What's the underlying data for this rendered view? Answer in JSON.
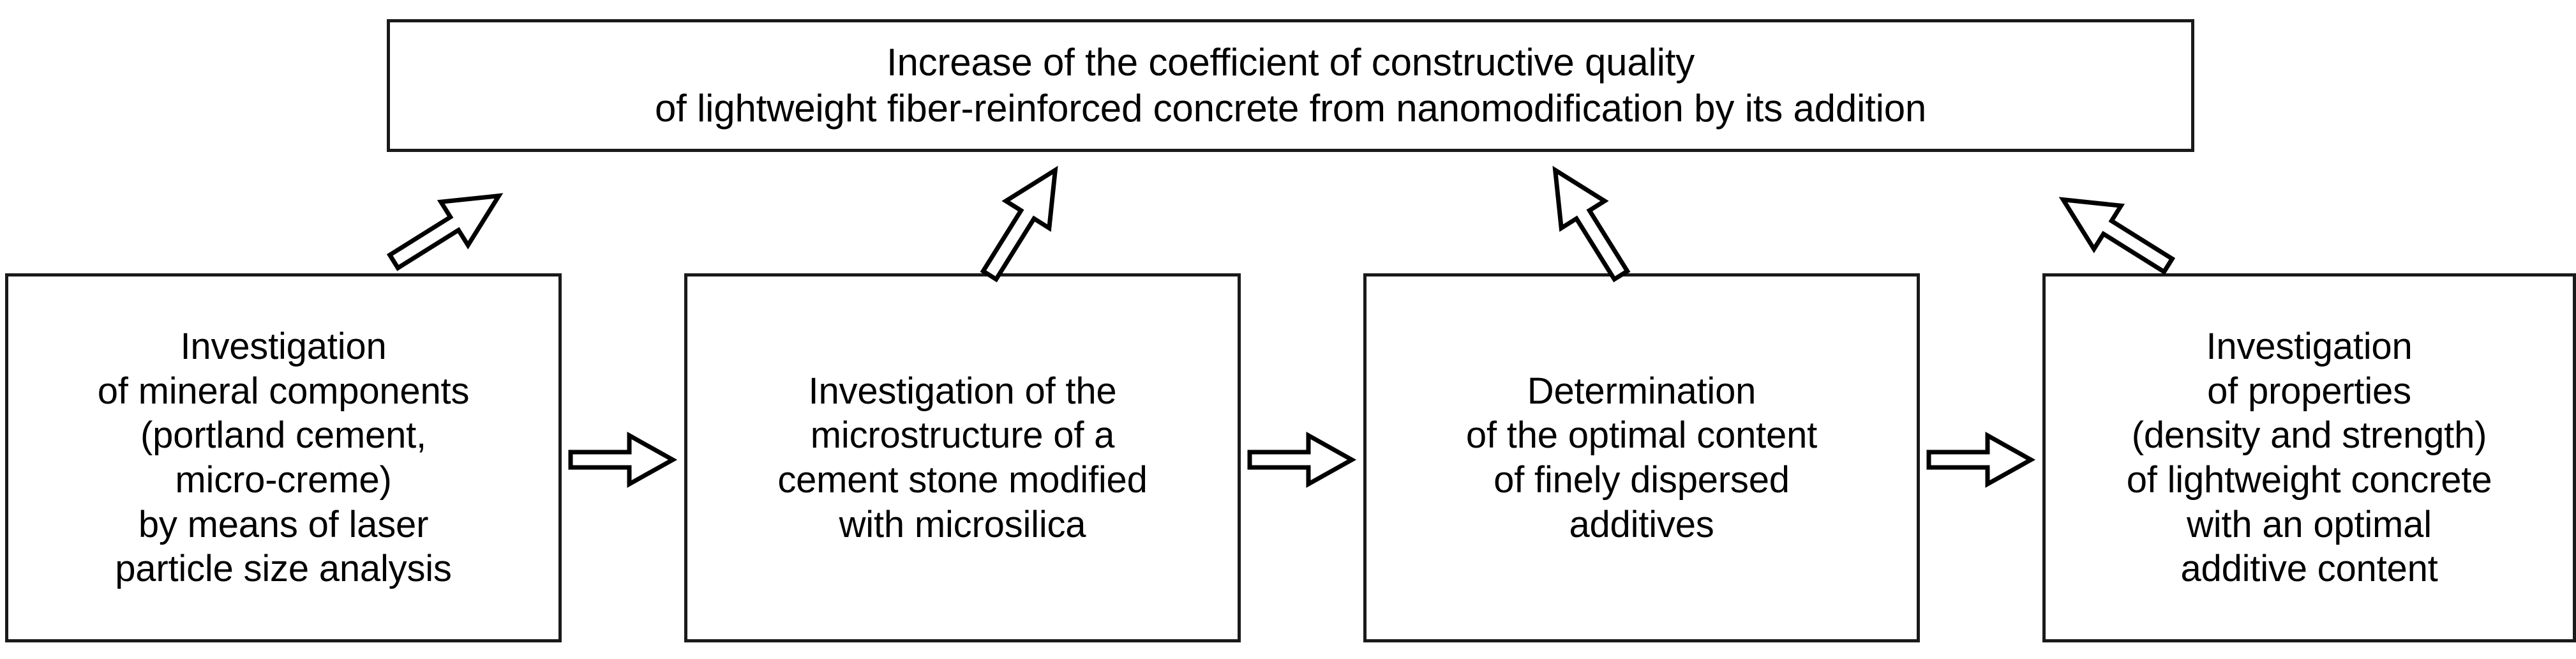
{
  "diagram": {
    "title_text": "Increase of the coefficient of constructive quality\nof lightweight fiber-reinforced concrete from nanomodification by its addition",
    "goal": {
      "label": "Increase of the coefficient of constructive quality of lightweight fiber-reinforced concrete from nanomodification by its addition",
      "line1": "Increase of the coefficient of constructive quality",
      "line2": "of lightweight fiber-reinforced concrete from nanomodification by its addition"
    },
    "stages": [
      {
        "id": "stage-1",
        "text": "Investigation\nof mineral components\n(portland cement,\nmicro-creme)\nby means of laser\nparticle size analysis"
      },
      {
        "id": "stage-2",
        "text": "Investigation of the\nmicrostructure of a\ncement stone modified\nwith microsilica"
      },
      {
        "id": "stage-3",
        "text": "Determination\nof the optimal content\nof finely dispersed\nadditives"
      },
      {
        "id": "stage-4",
        "text": "Investigation\nof properties\n(density and strength)\nof lightweight concrete\nwith an optimal\nadditive content"
      }
    ],
    "connectors": {
      "horizontal": [
        {
          "id": "h-arrow-1",
          "icon": "arrow-right-icon",
          "from": "stage-1",
          "to": "stage-2"
        },
        {
          "id": "h-arrow-2",
          "icon": "arrow-right-icon",
          "from": "stage-2",
          "to": "stage-3"
        },
        {
          "id": "h-arrow-3",
          "icon": "arrow-right-icon",
          "from": "stage-3",
          "to": "stage-4"
        }
      ],
      "diagonal": [
        {
          "id": "d-arrow-1",
          "icon": "arrow-up-right-icon",
          "from": "stage-1",
          "to": "goal",
          "direction": "up-right"
        },
        {
          "id": "d-arrow-2",
          "icon": "arrow-up-right-icon",
          "from": "stage-2",
          "to": "goal",
          "direction": "up-right"
        },
        {
          "id": "d-arrow-3",
          "icon": "arrow-up-left-icon",
          "from": "stage-3",
          "to": "goal",
          "direction": "up-left"
        },
        {
          "id": "d-arrow-4",
          "icon": "arrow-up-left-icon",
          "from": "stage-4",
          "to": "goal",
          "direction": "up-left"
        }
      ]
    },
    "colors": {
      "background": "#ffffff",
      "box_border": "#1a1a1a",
      "text": "#000000",
      "arrow_stroke": "#000000",
      "arrow_fill": "#ffffff"
    }
  }
}
